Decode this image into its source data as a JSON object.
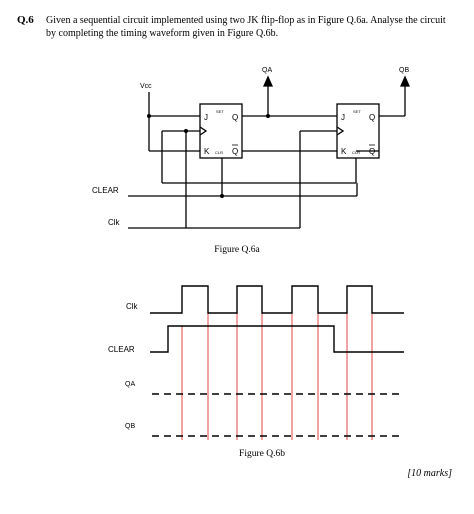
{
  "question": {
    "number": "Q.6",
    "text": "Given a sequential circuit implemented using two JK flip-flop as in Figure Q.6a. Analyse the circuit by completing the timing waveform given in Figure Q.6b."
  },
  "circuit": {
    "vcc": "Vcc",
    "outputs": [
      "QA",
      "QB"
    ],
    "inputs": [
      "CLEAR",
      "Clk"
    ],
    "ff1": {
      "set": "SET",
      "j": "J",
      "k": "K",
      "q": "Q",
      "qbar": "Q",
      "clr": "CLR"
    },
    "ff2": {
      "set": "SET",
      "j": "J",
      "k": "K",
      "q": "Q",
      "qbar": "Q",
      "clr": "CLR"
    },
    "caption": "Figure Q.6a"
  },
  "timing": {
    "signals": [
      "Clk",
      "CLEAR",
      "QA",
      "QB"
    ],
    "caption": "Figure Q.6b",
    "guide_color": "#e03030"
  },
  "marks": "[10 marks]"
}
